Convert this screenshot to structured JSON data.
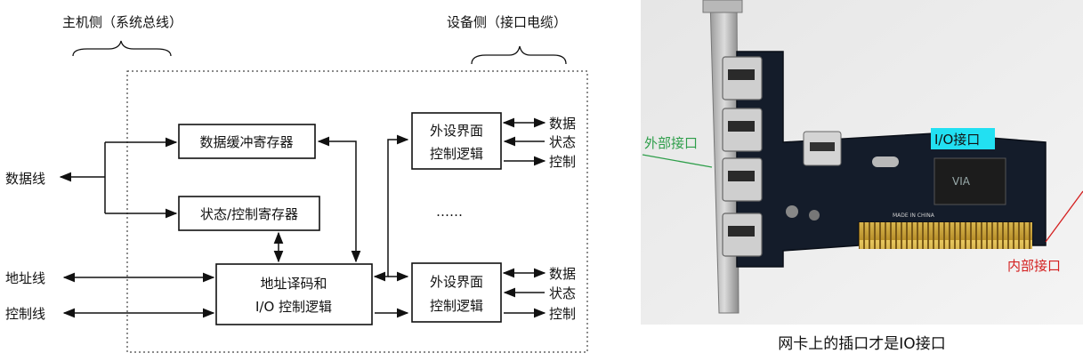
{
  "diagram": {
    "host_side": "主机侧（系统总线）",
    "device_side": "设备侧（接口电缆）",
    "data_line": "数据线",
    "address_line": "地址线",
    "control_line": "控制线",
    "data_buffer_register": "数据缓冲寄存器",
    "status_control_register": "状态/控制寄存器",
    "addr_decode_line1": "地址译码和",
    "addr_decode_line2": "I/O 控制逻辑",
    "peripheral_line1": "外设界面",
    "peripheral_line2": "控制逻辑",
    "ellipsis": "……",
    "sig_data": "数据",
    "sig_status": "状态",
    "sig_control": "控制"
  },
  "photo": {
    "caption": "网卡上的插口才是IO接口",
    "external_port_label": "外部接口",
    "io_port_label": "I/O接口",
    "internal_port_label": "内部接口",
    "chip_text": "VIA",
    "pcb_text": "MADE IN CHINA",
    "colors": {
      "green": "#2e9e4a",
      "cyan_highlight": "#22e0f2",
      "red": "#d42020",
      "pcb": "#141c2a",
      "gold": "#d8b24a"
    }
  }
}
